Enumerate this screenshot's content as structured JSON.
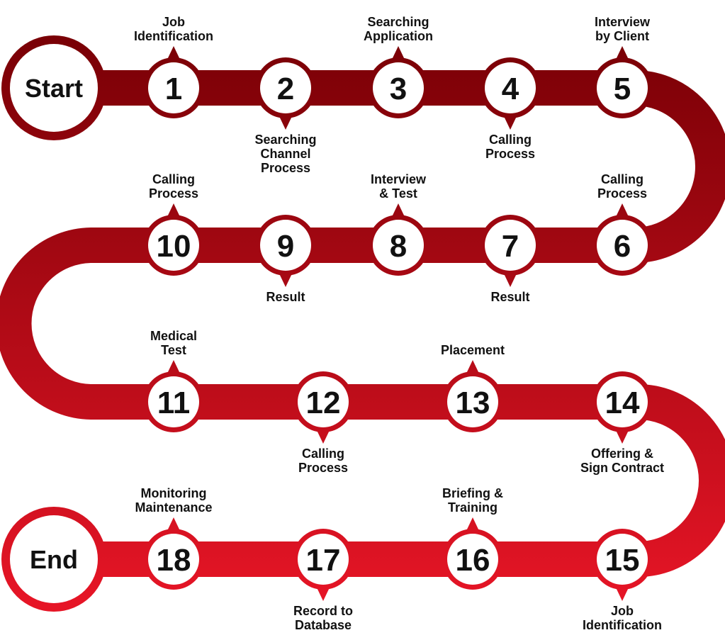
{
  "start_label": "Start",
  "end_label": "End",
  "colors": {
    "top": "#7a0006",
    "bottom": "#e61526",
    "node_fill": "#ffffff",
    "text": "#111111"
  },
  "steps": [
    {
      "number": "1",
      "label": [
        "Job",
        "Identification"
      ],
      "pointer": "up"
    },
    {
      "number": "2",
      "label": [
        "Searching",
        "Channel",
        "Process"
      ],
      "pointer": "down"
    },
    {
      "number": "3",
      "label": [
        "Searching",
        "Application"
      ],
      "pointer": "up"
    },
    {
      "number": "4",
      "label": [
        "Calling",
        "Process"
      ],
      "pointer": "down"
    },
    {
      "number": "5",
      "label": [
        "Interview",
        "by Client"
      ],
      "pointer": "up"
    },
    {
      "number": "6",
      "label": [
        "Calling",
        "Process"
      ],
      "pointer": "up"
    },
    {
      "number": "7",
      "label": [
        "Result"
      ],
      "pointer": "down"
    },
    {
      "number": "8",
      "label": [
        "Interview",
        "& Test"
      ],
      "pointer": "up"
    },
    {
      "number": "9",
      "label": [
        "Result"
      ],
      "pointer": "down"
    },
    {
      "number": "10",
      "label": [
        "Calling",
        "Process"
      ],
      "pointer": "up"
    },
    {
      "number": "11",
      "label": [
        "Medical",
        "Test"
      ],
      "pointer": "up"
    },
    {
      "number": "12",
      "label": [
        "Calling",
        "Process"
      ],
      "pointer": "down"
    },
    {
      "number": "13",
      "label": [
        "Placement"
      ],
      "pointer": "up"
    },
    {
      "number": "14",
      "label": [
        "Offering &",
        "Sign Contract"
      ],
      "pointer": "down"
    },
    {
      "number": "15",
      "label": [
        "Job",
        "Identification"
      ],
      "pointer": "down"
    },
    {
      "number": "16",
      "label": [
        "Briefing &",
        "Training"
      ],
      "pointer": "up"
    },
    {
      "number": "17",
      "label": [
        "Record to",
        "Database"
      ],
      "pointer": "down"
    },
    {
      "number": "18",
      "label": [
        "Monitoring",
        "Maintenance"
      ],
      "pointer": "up"
    }
  ]
}
